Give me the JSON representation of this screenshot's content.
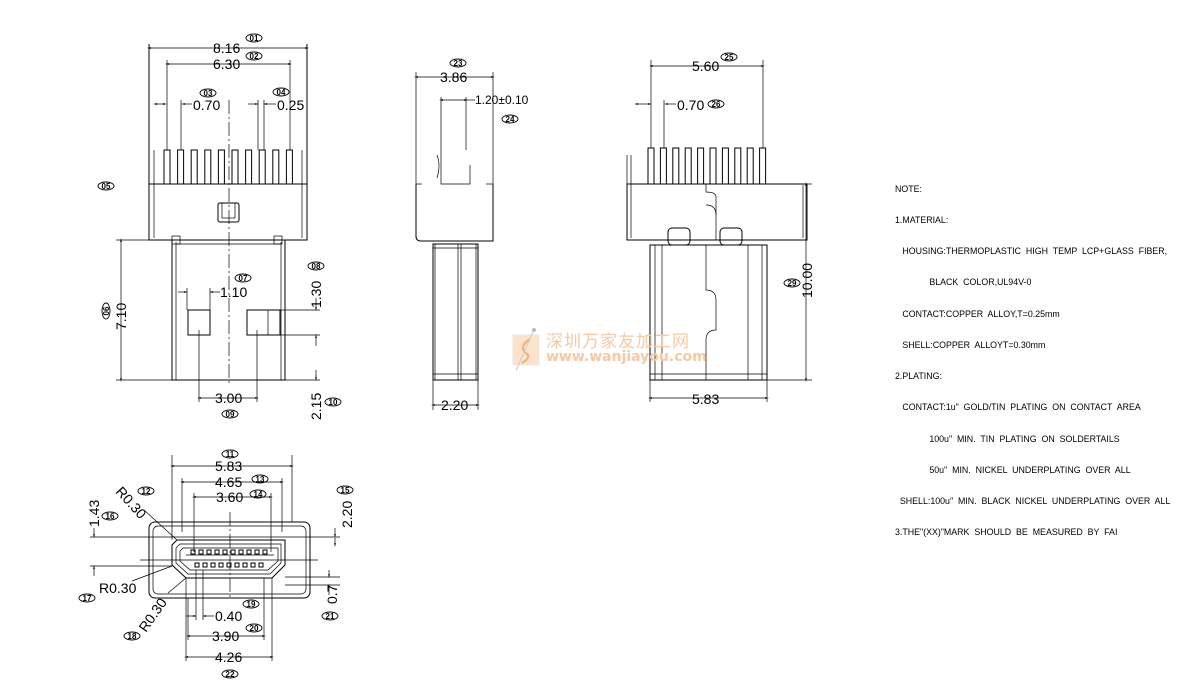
{
  "front_view": {
    "dims": {
      "w_total": "8.16",
      "w_pins": "6.30",
      "pitch": "0.70",
      "pin_w": "0.25",
      "plug_len": "7.10",
      "win_w": "1.10",
      "win_h": "1.30",
      "win_span": "3.00",
      "win_pos": "2.15"
    },
    "balloons": {
      "b01": "01",
      "b02": "02",
      "b03": "03",
      "b04": "04",
      "b05": "05",
      "b06": "06",
      "b07": "07",
      "b08": "08",
      "b09": "09",
      "b10": "10"
    }
  },
  "side_view": {
    "dims": {
      "depth": "3.86",
      "offset": "1.20±0.10",
      "plug_t": "2.20"
    },
    "balloons": {
      "b23": "23",
      "b24": "24"
    }
  },
  "rear_view": {
    "dims": {
      "w_pins": "5.60",
      "pitch": "0.70",
      "height": "10.00",
      "plug_w": "5.83"
    },
    "balloons": {
      "b25": "25",
      "b26": "26",
      "b29": "29"
    }
  },
  "end_view": {
    "dims": {
      "outer_w": "5.83",
      "inner_w": "4.65",
      "contact_w": "3.60",
      "r1": "R0.30",
      "h1": "1.43",
      "h2": "2.20",
      "r2": "R0.30",
      "r3": "R0.30",
      "pitch": "0.40",
      "lower_w": "3.90",
      "bottom_w": "4.26",
      "lip": "0.7"
    },
    "balloons": {
      "b11": "11",
      "b12": "12",
      "b13": "13",
      "b14": "14",
      "b15": "15",
      "b16": "16",
      "b17": "17",
      "b18": "18",
      "b19": "19",
      "b20": "20",
      "b21": "21",
      "b22": "22"
    }
  },
  "notes": {
    "lines": [
      "NOTE:",
      "1.MATERIAL:",
      "   HOUSING:THERMOPLASTIC  HIGH  TEMP  LCP+GLASS  FIBER,",
      "              BLACK  COLOR,UL94V-0",
      "   CONTACT:COPPER  ALLOY,T=0.25mm",
      "   SHELL:COPPER  ALLOYT=0.30mm",
      "2.PLATING:",
      "   CONTACT:1u\"  GOLD/TIN  PLATING  ON  CONTACT  AREA",
      "              100u\"  MIN.  TIN  PLATING  ON  SOLDERTAILS",
      "              50u\"  MIN.  NICKEL  UNDERPLATING  OVER  ALL",
      "  SHELL:100u\"  MIN.  BLACK  NICKEL  UNDERPLATING  OVER  ALL",
      "3.THE\"(XX)\"MARK  SHOULD  BE  MEASURED  BY  FAI"
    ]
  },
  "watermark": {
    "chinese": "深圳万家友加工网",
    "url": "www.wanjiayou.com"
  },
  "colors": {
    "line": "#000000",
    "watermark": "#f6c9a3",
    "background": "#ffffff"
  }
}
